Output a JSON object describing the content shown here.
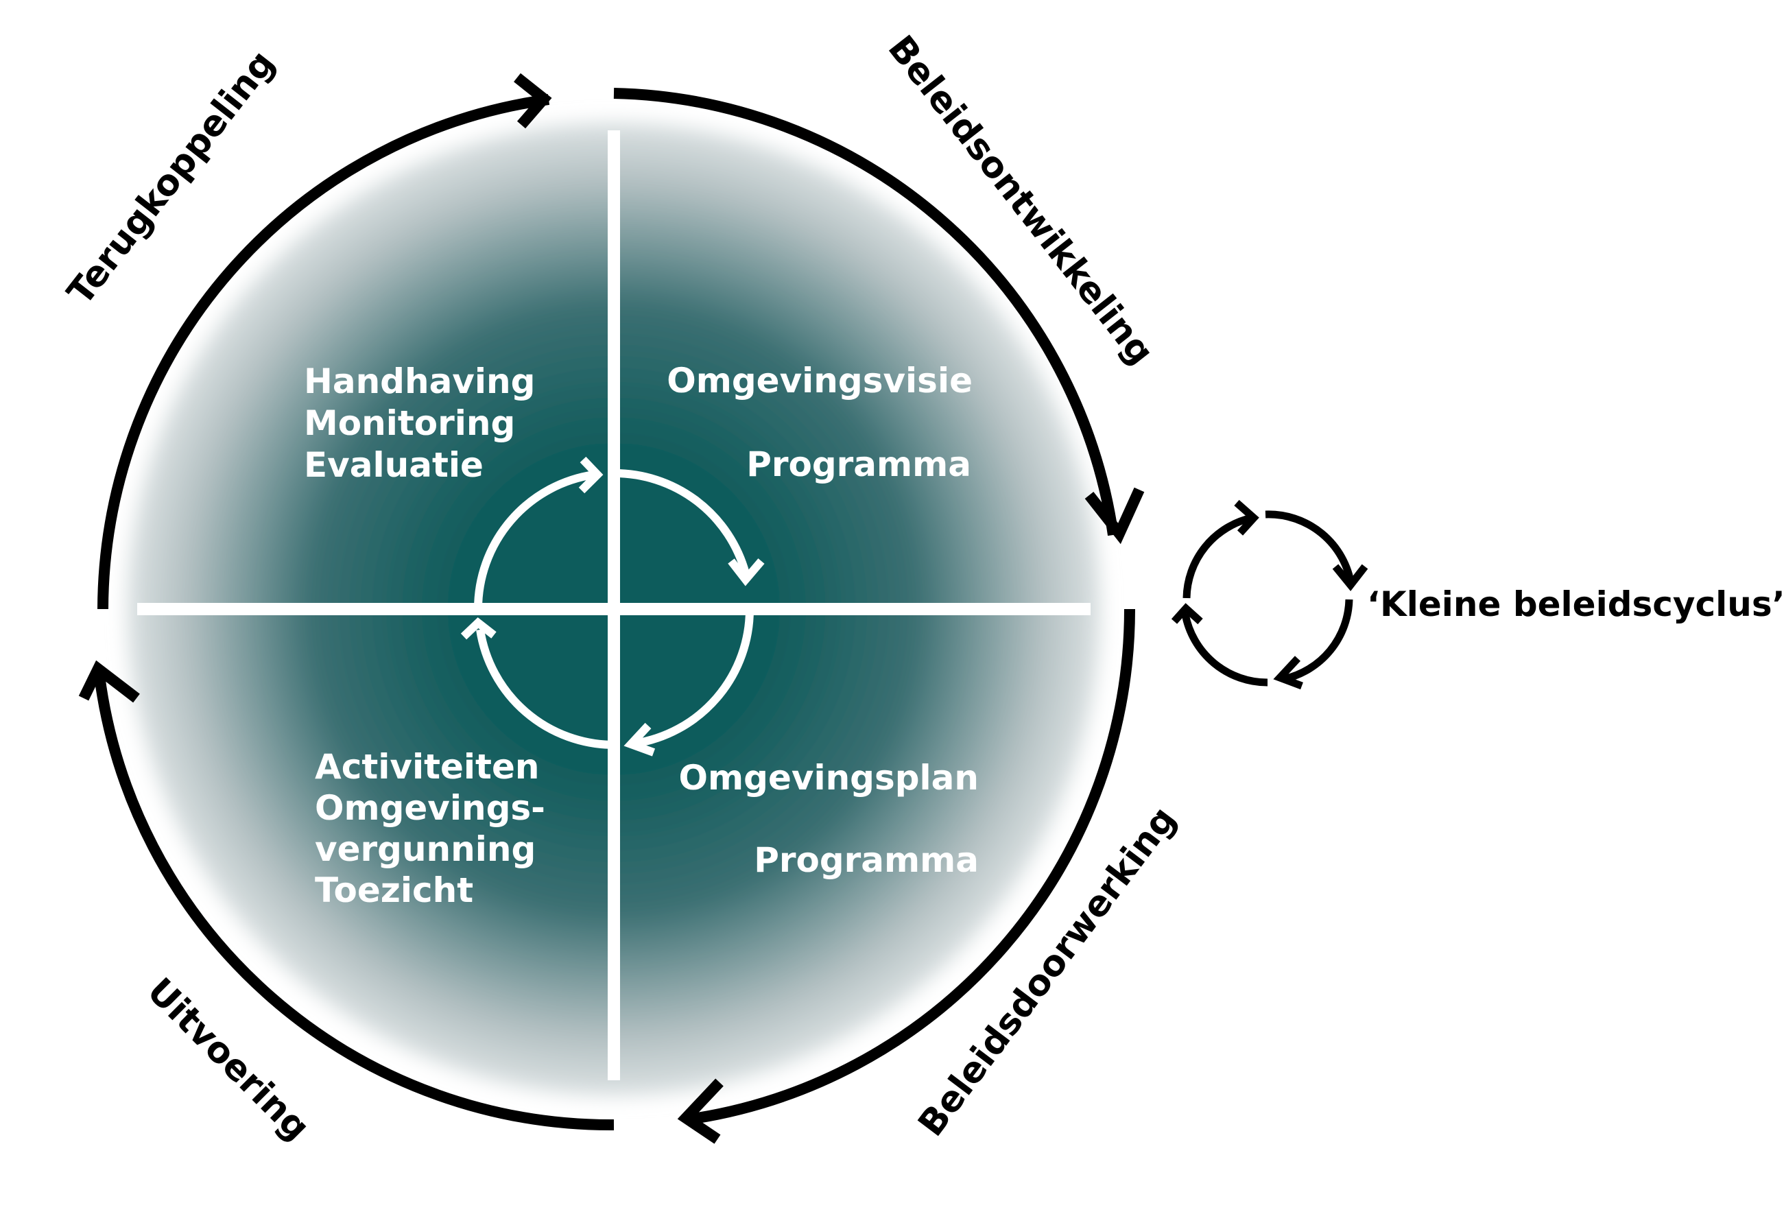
{
  "colors": {
    "center": "#115c5c",
    "edge": "#ffffff",
    "outer_arrows": "#000000",
    "inner_arrows": "#ffffff"
  },
  "phases": {
    "beleidsontwikkeling": "Beleidsontwikkeling",
    "beleidsdoorwerking": "Beleidsdoorwerking",
    "uitvoering": "Uitvoering",
    "terugkoppeling": "Terugkoppeling"
  },
  "quadrants": {
    "top_left": [
      "Handhaving",
      "Monitoring",
      "Evaluatie"
    ],
    "top_right": [
      "Omgevingsvisie",
      "Programma"
    ],
    "bottom_left": [
      "Activiteiten",
      "Omgevings-",
      "vergunning",
      "Toezicht"
    ],
    "bottom_right": [
      "Omgevingsplan",
      "Programma"
    ]
  },
  "small_cycle_label": "‘Kleine beleidscyclus’"
}
